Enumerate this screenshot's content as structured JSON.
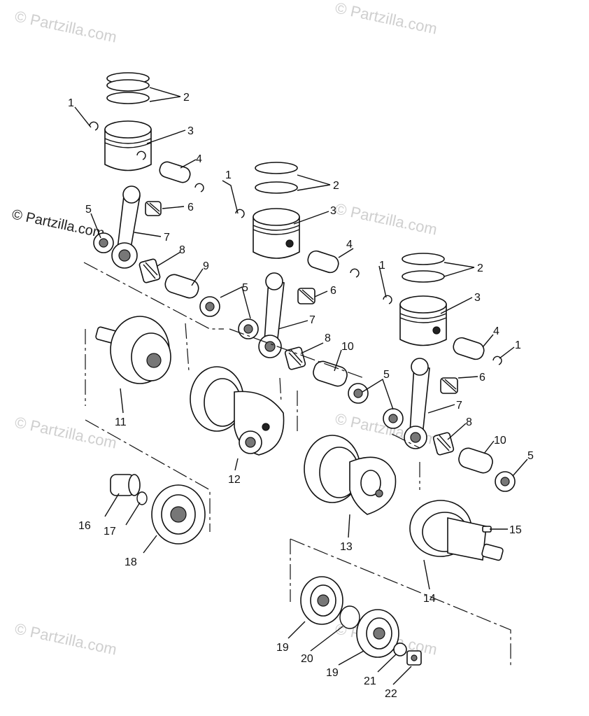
{
  "watermark": {
    "text": "© Partzilla.com",
    "dark_text": "© Partzilla.com"
  },
  "callouts": [
    "1",
    "2",
    "3",
    "4",
    "5",
    "6",
    "7",
    "8",
    "9",
    "10",
    "11",
    "12",
    "13",
    "14",
    "15",
    "16",
    "17",
    "18",
    "19",
    "20",
    "21",
    "22"
  ],
  "labels": {
    "c1a": "1",
    "c2a": "2",
    "c3a": "3",
    "c4a": "4",
    "c5a": "5",
    "c6a": "6",
    "c7a": "7",
    "c8a": "8",
    "c9": "9",
    "c1b": "1",
    "c2b": "2",
    "c3b": "3",
    "c4b": "4",
    "c5b": "5",
    "c6b": "6",
    "c7b": "7",
    "c8b": "8",
    "c10a": "10",
    "c1c": "1",
    "c2c": "2",
    "c3c": "3",
    "c4c": "4",
    "c5c": "5",
    "c5d": "5",
    "c6c": "6",
    "c7c": "7",
    "c8c": "8",
    "c10b": "10",
    "c11": "11",
    "c12": "12",
    "c13": "13",
    "c14": "14",
    "c15": "15",
    "c16": "16",
    "c17": "17",
    "c18": "18",
    "c19a": "19",
    "c19b": "19",
    "c20": "20",
    "c21": "21",
    "c22": "22"
  }
}
